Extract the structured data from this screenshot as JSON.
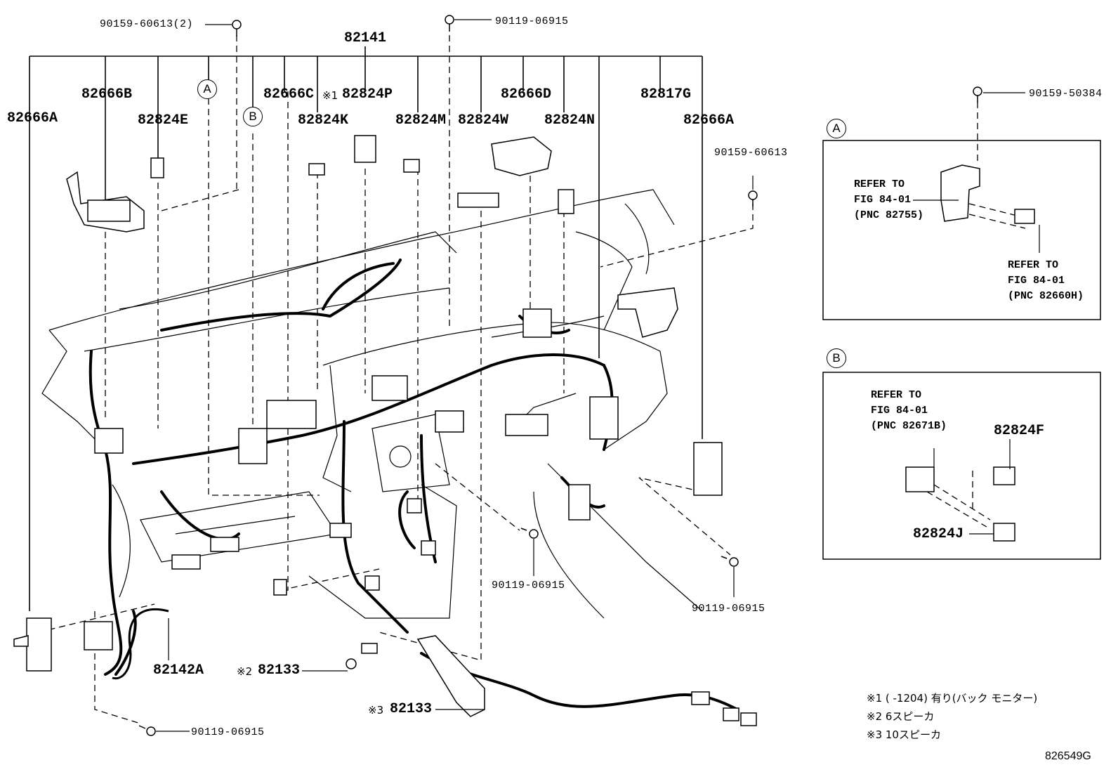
{
  "top": {
    "bolt_left": "90159-60613(2)",
    "bolt_center": "90119-06915",
    "harness": "82141"
  },
  "parts": {
    "p82666A_left": "82666A",
    "p82666B": "82666B",
    "p82824E": "82824E",
    "p82666C": "82666C",
    "p82824K": "82824K",
    "note1_mark": "※1",
    "p82824P": "82824P",
    "p82824M": "82824M",
    "p82824W": "82824W",
    "p82666D": "82666D",
    "p82824N": "82824N",
    "p82817G": "82817G",
    "p82666A_right": "82666A",
    "bolt_right": "90159-60613",
    "p82142A": "82142A",
    "p82133_a_mark": "※2",
    "p82133_a": "82133",
    "p82133_b_mark": "※3",
    "p82133_b": "82133",
    "bolt_bottom_left": "90119-06915",
    "bolt_bottom_mid": "90119-06915",
    "bolt_bottom_right": "90119-06915"
  },
  "callouts": {
    "a": "A",
    "b": "B"
  },
  "inset_a": {
    "circle": "A",
    "bolt": "90159-50384",
    "ref1_line1": "REFER TO",
    "ref1_line2": "FIG 84-01",
    "ref1_line3": "(PNC 82755)",
    "ref2_line1": "REFER TO",
    "ref2_line2": "FIG 84-01",
    "ref2_line3": "(PNC 82660H)"
  },
  "inset_b": {
    "circle": "B",
    "ref_line1": "REFER TO",
    "ref_line2": "FIG 84-01",
    "ref_line3": "(PNC 82671B)",
    "part_f": "82824F",
    "part_j": "82824J"
  },
  "notes": [
    "※1 (      -1204) 有り(バック モニター)",
    "※2 6スピーカ",
    "※3 10スピーカ"
  ],
  "catalog_number": "826549G"
}
